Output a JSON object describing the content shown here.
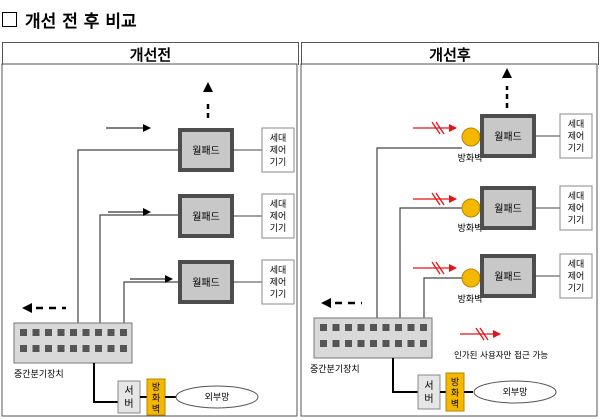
{
  "title": "개선 전 후 비교",
  "before": {
    "heading": "개선전",
    "wallpads": [
      "월패드",
      "월패드",
      "월패드"
    ],
    "household_label": [
      "세대",
      "제어",
      "기기"
    ],
    "switch_label": "중간분기장치",
    "server_label": [
      "서",
      "버"
    ],
    "firewall_label": [
      "방",
      "화",
      "벽"
    ],
    "external_label": "외부망"
  },
  "after": {
    "heading": "개선후",
    "wallpads": [
      "월패드",
      "월패드",
      "월패드"
    ],
    "household_label": [
      "세대",
      "제어",
      "기기"
    ],
    "firewall_node_label": "방화벽",
    "switch_label": "중간분기장치",
    "server_label": [
      "서",
      "버"
    ],
    "firewall_label": [
      "방",
      "화",
      "벽"
    ],
    "external_label": "외부망",
    "legend_text": "인가된 사용자만 접근 가능"
  },
  "colors": {
    "wallpad_border": "#4d4d4d",
    "wallpad_fill": "#c8c8c8",
    "firewall_node": "#f5b800",
    "firewall_box": "#f5b800",
    "legend_arrow": "#e0141a",
    "switch_fill": "#d9d9d9",
    "switch_port": "#555555"
  }
}
